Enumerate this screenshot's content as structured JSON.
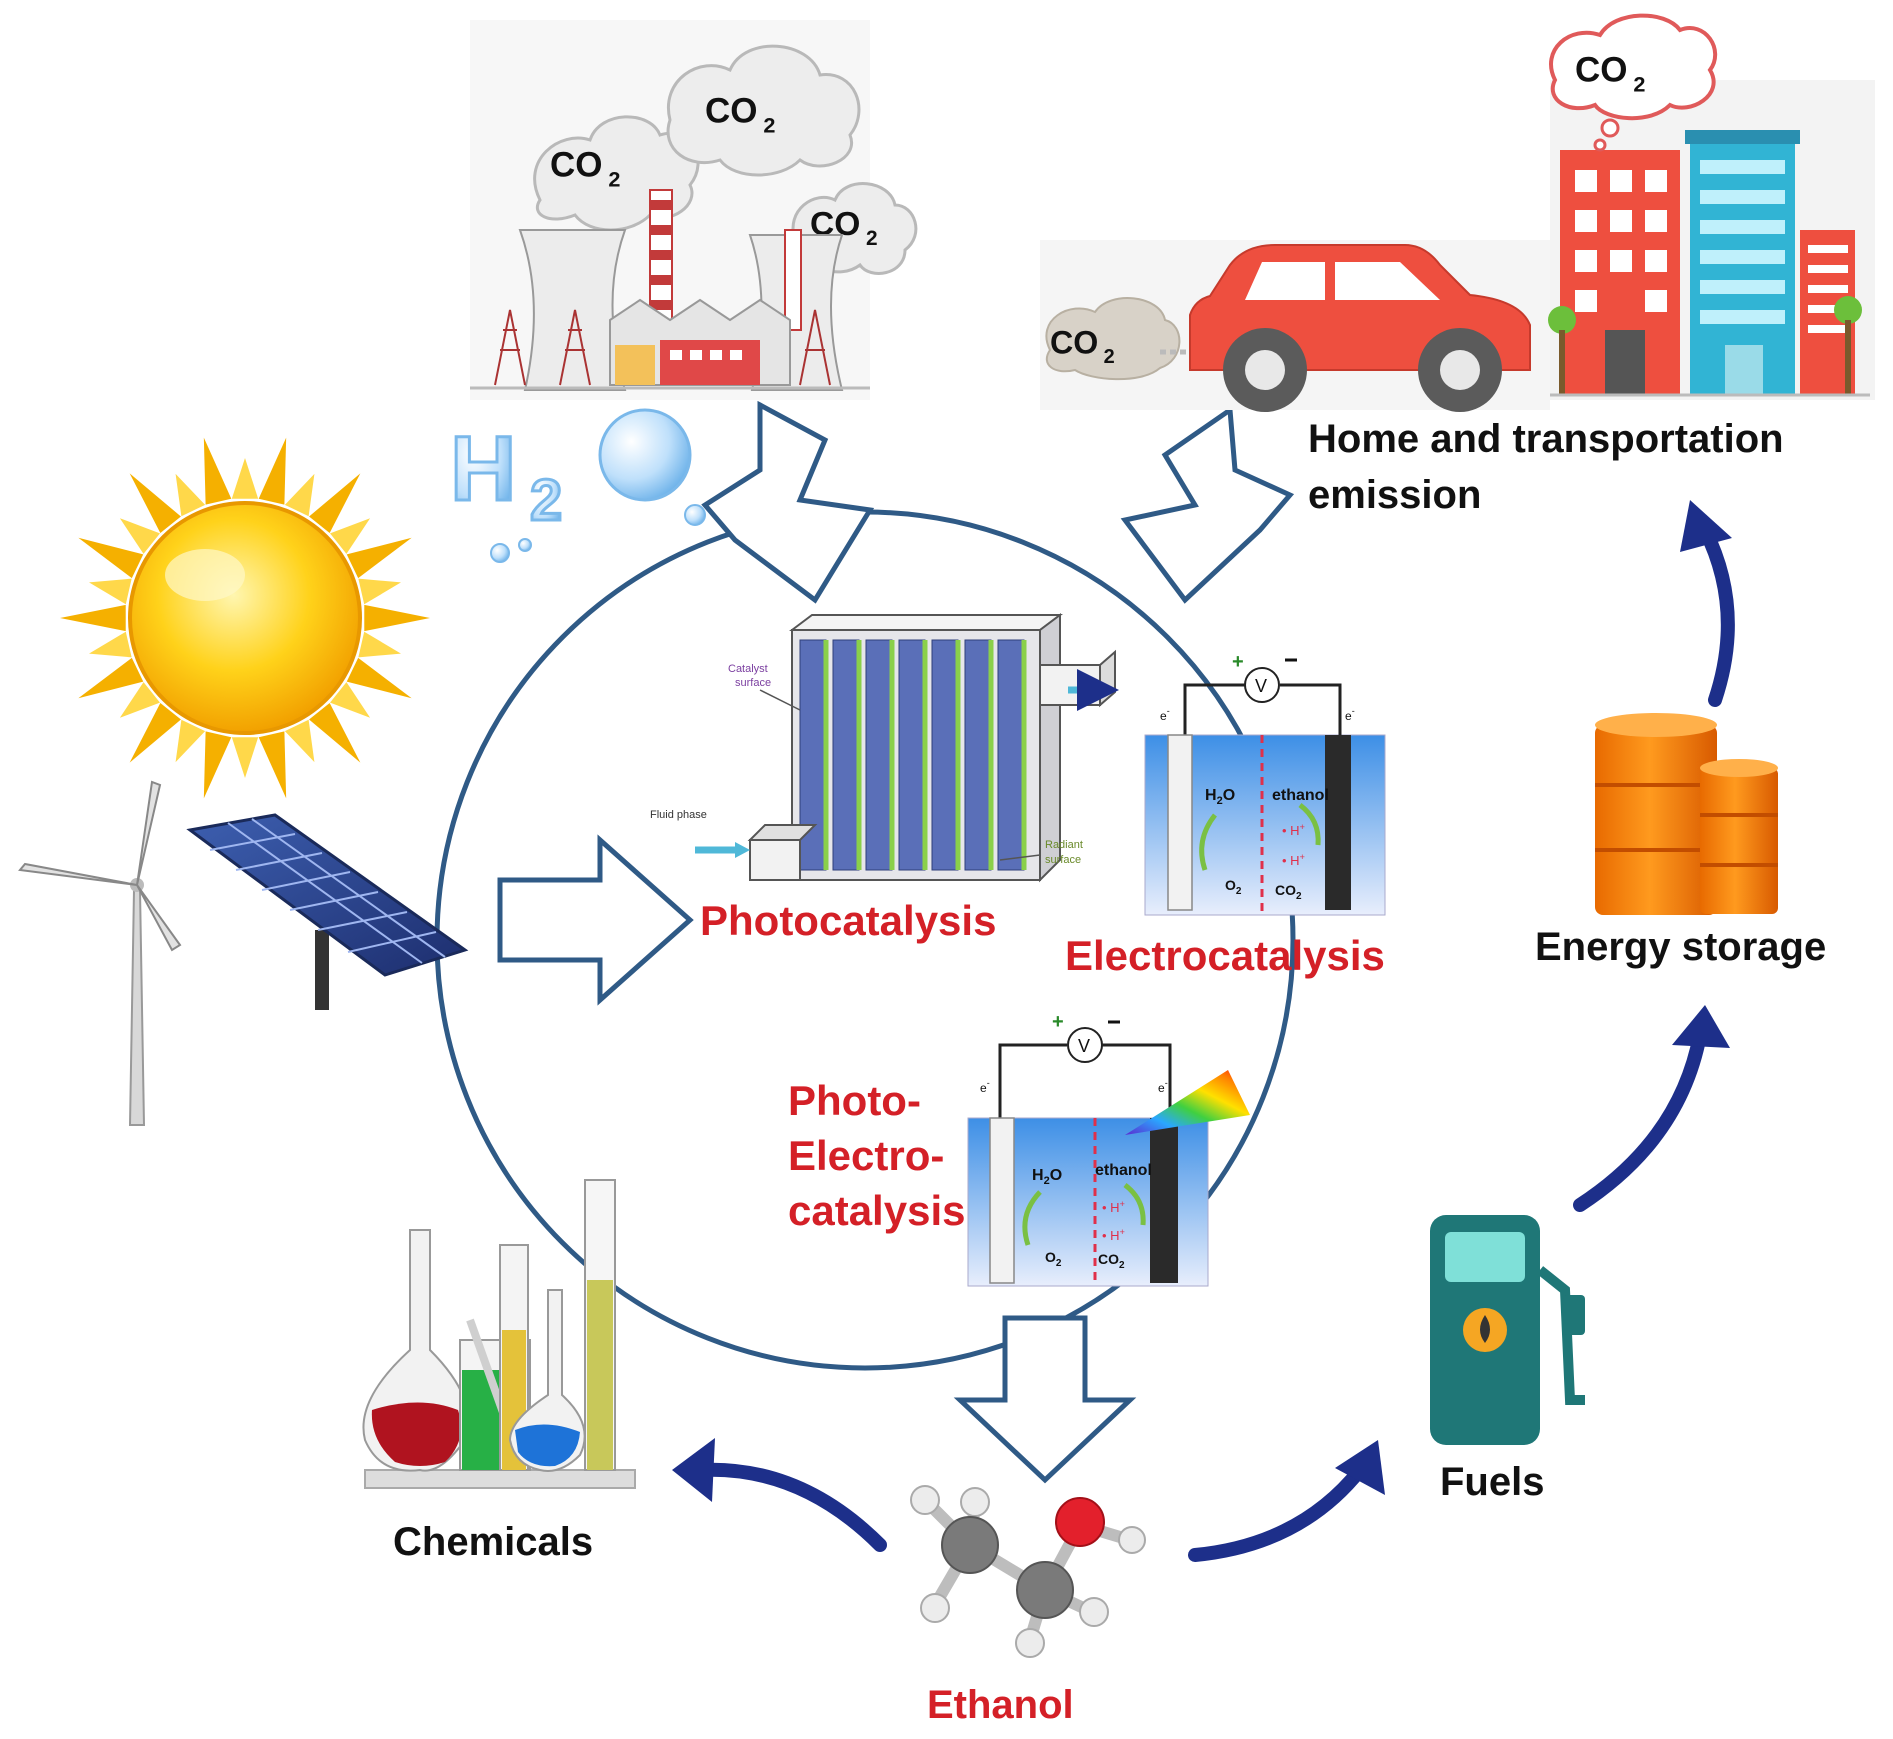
{
  "labels": {
    "co2": "CO",
    "co2_sub": "2",
    "h2o": "H",
    "h2o_sub": "2",
    "h2o_o": "O",
    "home_line1": "Home and transportation",
    "home_line2": "emission",
    "photocatalysis": "Photocatalysis",
    "electrocatalysis": "Electrocatalysis",
    "photo_line1": "Photo-",
    "photo_line2": "Electro-",
    "photo_line3": "catalysis",
    "energy_storage": "Energy storage",
    "fuels": "Fuels",
    "chemicals": "Chemicals",
    "ethanol": "Ethanol"
  },
  "reactor": {
    "catalyst_surface_1": "Catalyst",
    "catalyst_surface_2": "surface",
    "fluid_phase": "Fluid phase",
    "radiant_surface_1": "Radiant",
    "radiant_surface_2": "surface"
  },
  "cell": {
    "voltage": "V",
    "electron": "e",
    "electron_sup": "-",
    "h2o": "H",
    "h2o_sub": "2",
    "h2o_o": "O",
    "ethanol": "ethanol",
    "h_plus": "H",
    "h_plus_sup": "+",
    "o2": "O",
    "o2_sub": "2",
    "co2": "CO",
    "co2_sub": "2"
  },
  "colors": {
    "label_red": "#d42027",
    "circle_stroke": "#2f5a86",
    "arrow_navy": "#1d2f8a",
    "cell_blue": "#3d8fe6"
  }
}
